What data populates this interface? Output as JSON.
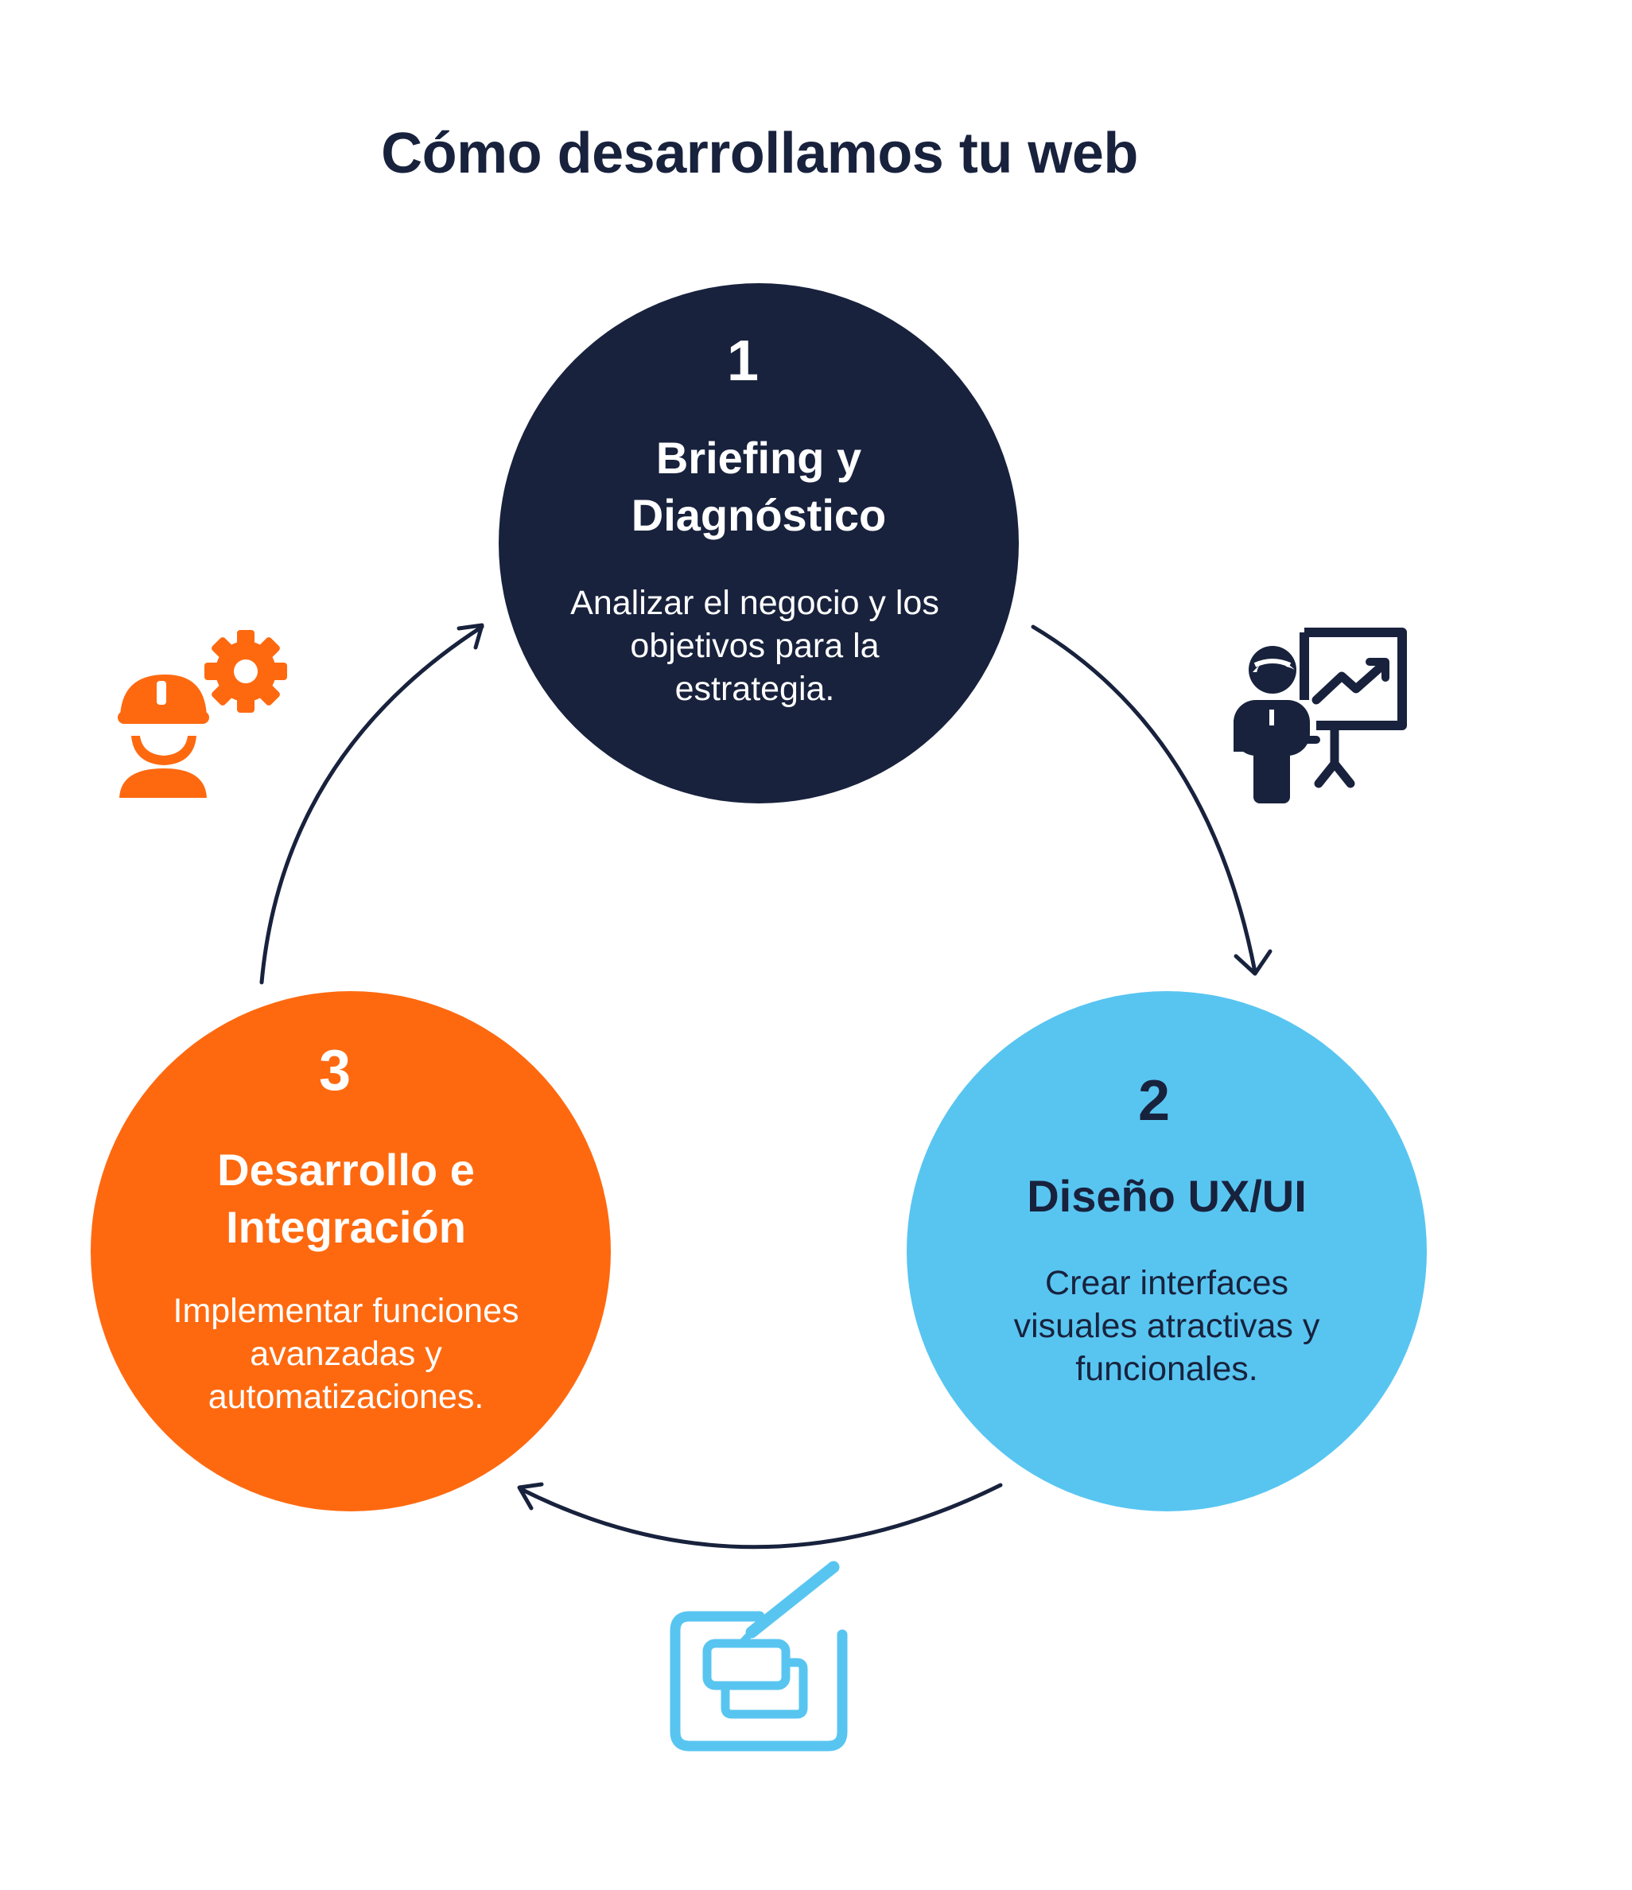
{
  "title": "Cómo desarrollamos tu web",
  "colors": {
    "navy": "#18223d",
    "sky": "#58c5f1",
    "orange": "#fe6910",
    "background": "#ffffff"
  },
  "stages": [
    {
      "number": "1",
      "title_lines": [
        "Briefing y",
        "Diagnóstico"
      ],
      "description_lines": [
        "Analizar el negocio y los",
        "objetivos para la",
        "estrategia."
      ],
      "icon": "presenter-chart-icon"
    },
    {
      "number": "2",
      "title_lines": [
        "Diseño UX/UI"
      ],
      "description_lines": [
        "Crear interfaces",
        "visuales atractivas y",
        "funcionales."
      ],
      "icon": "design-tablet-pen-icon"
    },
    {
      "number": "3",
      "title_lines": [
        "Desarrollo e",
        "Integración"
      ],
      "description_lines": [
        "Implementar funciones",
        "avanzadas y",
        "automatizaciones."
      ],
      "icon": "engineer-gear-icon"
    }
  ]
}
